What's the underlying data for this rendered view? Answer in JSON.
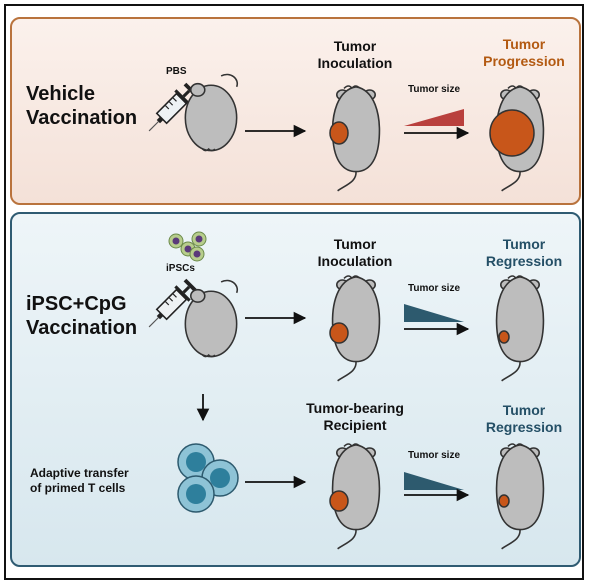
{
  "colors": {
    "top_border": "#b9733d",
    "bottom_border": "#2f5b72",
    "tumor": "#c8561a",
    "progression_text": "#b35a12",
    "regression_text": "#244f66",
    "increase_wedge": "#b9403d",
    "decrease_wedge": "#2d5a6e",
    "mouse": "#bdbdbd"
  },
  "top_panel": {
    "title_line1": "Vehicle",
    "title_line2": "Vaccination",
    "syringe_label": "PBS",
    "step_line1": "Tumor",
    "step_line2": "Inoculation",
    "size_label": "Tumor size",
    "outcome_line1": "Tumor",
    "outcome_line2": "Progression",
    "trend": "increase"
  },
  "bottom_panel": {
    "title_line1": "iPSC+CpG",
    "title_line2": "Vaccination",
    "cells_label": "iPSCs",
    "step_line1": "Tumor",
    "step_line2": "Inoculation",
    "size_label": "Tumor size",
    "outcome_line1": "Tumor",
    "outcome_line2": "Regression",
    "trend": "decrease"
  },
  "transfer_row": {
    "label_line1": "Adaptive transfer",
    "label_line2": "of primed T cells",
    "step_line1": "Tumor-bearing",
    "step_line2": "Recipient",
    "size_label": "Tumor size",
    "outcome_line1": "Tumor",
    "outcome_line2": "Regression",
    "trend": "decrease"
  },
  "icons": {
    "mouse": "mouse-icon",
    "syringe": "syringe-icon",
    "tcell": "t-cell-icon",
    "ipsc": "ipsc-cluster-icon"
  }
}
